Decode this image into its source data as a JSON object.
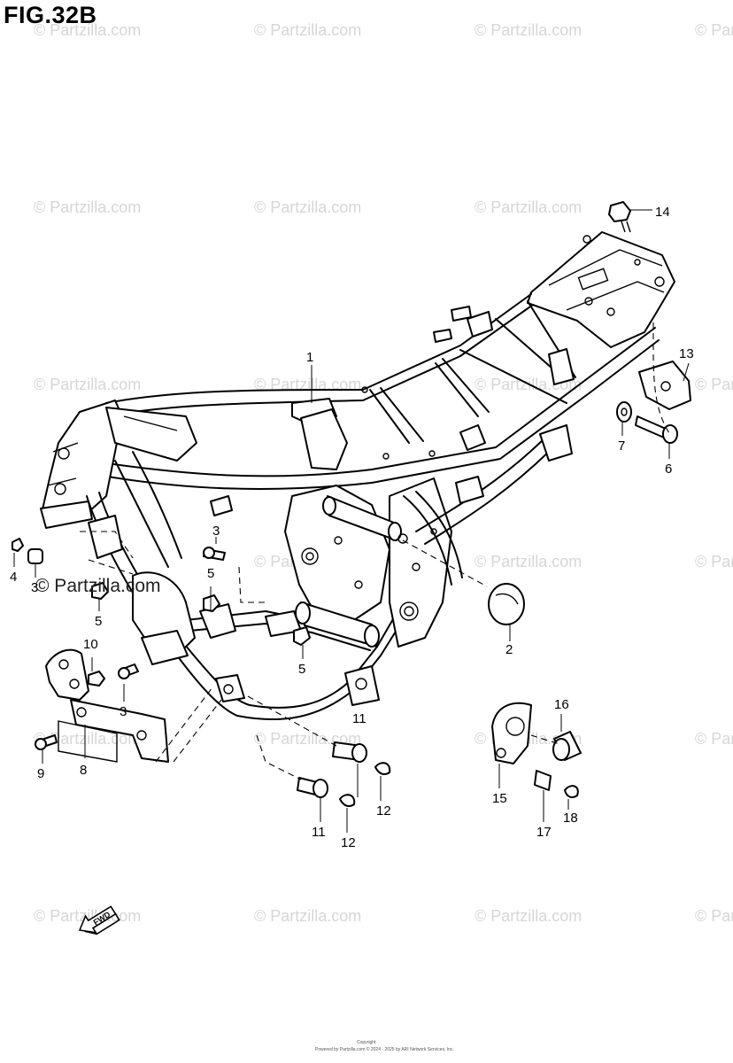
{
  "figure": {
    "title": "FIG.32B"
  },
  "watermark": {
    "text": "© Partzilla.com",
    "prominent_text": "© Partzilla.com"
  },
  "callouts": {
    "c1": "1",
    "c2": "2",
    "c3a": "3",
    "c3b": "3",
    "c3c": "3",
    "c4": "4",
    "c5a": "5",
    "c5b": "5",
    "c5c": "5",
    "c6": "6",
    "c7": "7",
    "c8": "8",
    "c9": "9",
    "c10": "10",
    "c11a": "11",
    "c11b": "11",
    "c12a": "12",
    "c12b": "12",
    "c13": "13",
    "c14": "14",
    "c15": "15",
    "c16": "16",
    "c17": "17",
    "c18": "18"
  },
  "fwd_label": "FWD",
  "footer": {
    "line1": "Copyright",
    "line2": "Powered by Partzilla.com © 2024 - 2025 by ARI Network Services, Inc."
  }
}
